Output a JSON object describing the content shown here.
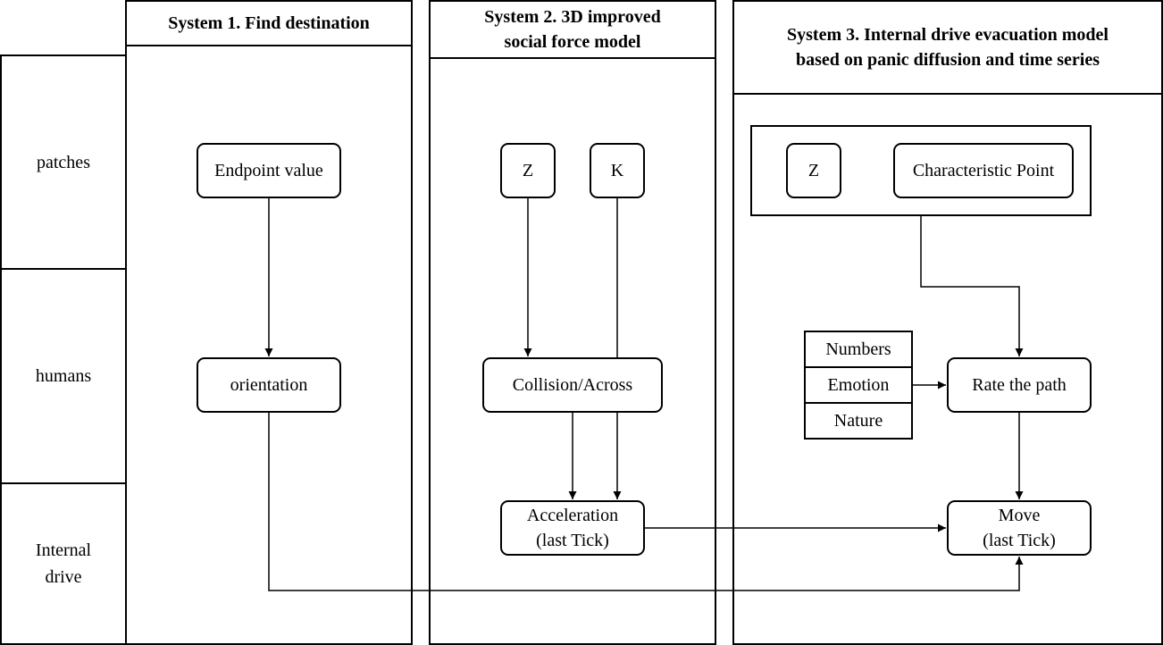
{
  "row_labels": [
    "patches",
    "humans",
    "Internal\ndrive"
  ],
  "lanes": [
    {
      "title": "System 1. Find destination"
    },
    {
      "title": "System 2. 3D improved\nsocial force model"
    },
    {
      "title": "System 3. Internal drive evacuation model\nbased on panic diffusion and time series"
    }
  ],
  "nodes": {
    "endpoint_value": "Endpoint value",
    "orientation": "orientation",
    "z_sys2": "Z",
    "k_sys2": "K",
    "collision": "Collision/Across",
    "acceleration": "Acceleration\n(last Tick)",
    "z_sys3": "Z",
    "characteristic_point": "Characteristic Point",
    "rate_path": "Rate the path",
    "move": "Move\n(last Tick)"
  },
  "factors": [
    "Numbers",
    "Emotion",
    "Nature"
  ],
  "colors": {
    "stroke": "#000000",
    "background": "#ffffff"
  }
}
